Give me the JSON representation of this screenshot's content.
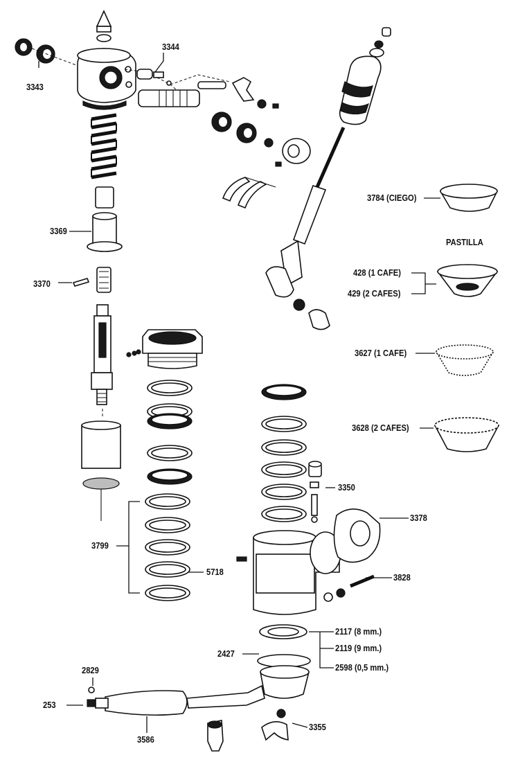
{
  "labels": {
    "p3343": "3343",
    "p3344": "3344",
    "p3369": "3369",
    "p3370": "3370",
    "p3784": "3784 (CIEGO)",
    "pastilla": "PASTILLA",
    "p428": "428 (1 CAFE)",
    "p429": "429 (2 CAFES)",
    "p3627": "3627 (1 CAFE)",
    "p3628": "3628 (2 CAFES)",
    "p3350": "3350",
    "p3378": "3378",
    "p3799": "3799",
    "p5718": "5718",
    "p3828": "3828",
    "p2117": "2117 (8 mm.)",
    "p2119": "2119 (9 mm.)",
    "p2598": "2598 (0,5 mm.)",
    "p2427": "2427",
    "p2829": "2829",
    "p253": "253",
    "p3586": "3586",
    "p3355": "3355"
  }
}
